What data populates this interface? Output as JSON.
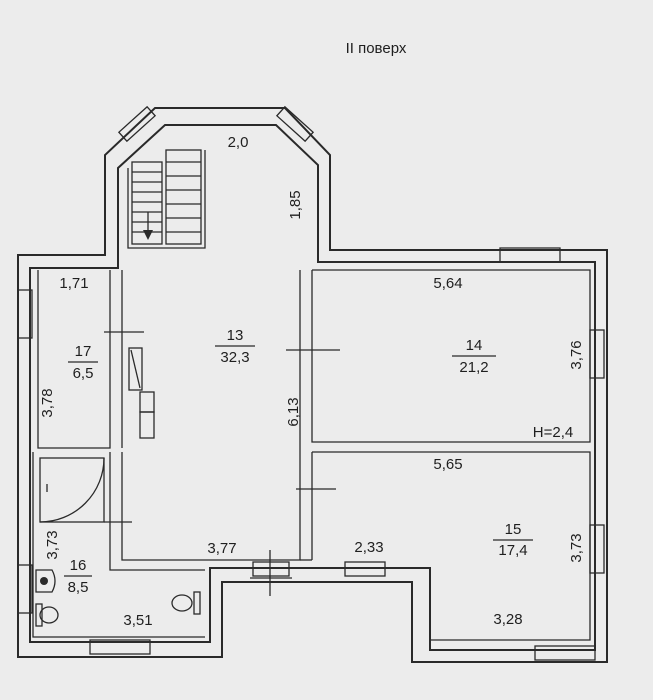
{
  "title": "II поверх",
  "rooms": [
    {
      "id": "13",
      "num": "13",
      "area": "32,3"
    },
    {
      "id": "14",
      "num": "14",
      "area": "21,2"
    },
    {
      "id": "15",
      "num": "15",
      "area": "17,4"
    },
    {
      "id": "16",
      "num": "16",
      "area": "8,5"
    },
    {
      "id": "17",
      "num": "17",
      "area": "6,5"
    }
  ],
  "dimensions": {
    "bay_top": "2,0",
    "bay_side": "1,85",
    "room17_width": "1,71",
    "room17_height": "3,78",
    "room13_height": "6,13",
    "room13_bottom": "3,77",
    "room14_width": "5,64",
    "room14_height": "3,76",
    "room15_width": "5,65",
    "room15_height": "3,73",
    "room15_inner": "2,33",
    "room15_bottom": "3,28",
    "room16_height": "3,73",
    "room16_width": "3,51"
  },
  "ceiling_height": "H=2,4"
}
